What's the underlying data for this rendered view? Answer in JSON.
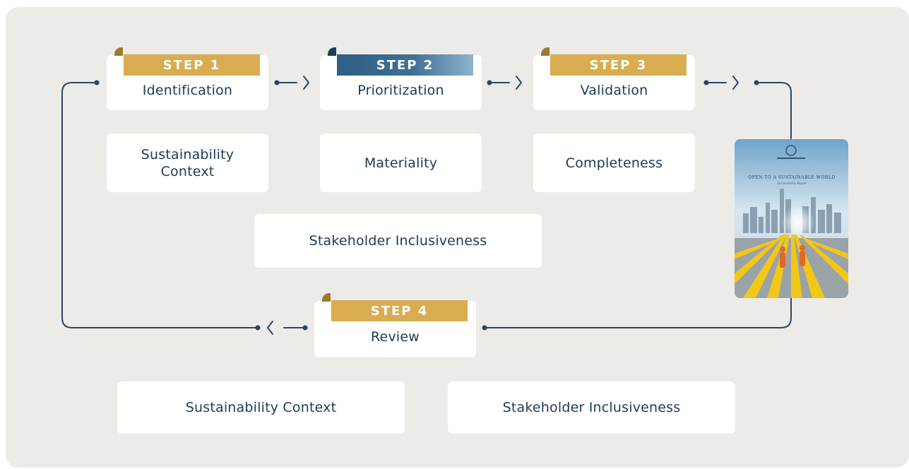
{
  "steps": [
    {
      "label": "STEP 1",
      "title": "Identification"
    },
    {
      "label": "STEP 2",
      "title": "Prioritization"
    },
    {
      "label": "STEP 3",
      "title": "Validation"
    },
    {
      "label": "STEP 4",
      "title": "Review"
    }
  ],
  "principles": {
    "step1": "Sustainability Context",
    "step2": "Materiality",
    "step3": "Completeness",
    "shared": "Stakeholder Inclusiveness",
    "review_left": "Sustainability Context",
    "review_right": "Stakeholder Inclusiveness"
  },
  "report_cover": {
    "title": "OPEN TO A SUSTAINABLE WORLD",
    "subtitle": "Sustainability Report"
  },
  "colors": {
    "panel": "#ecebe8",
    "gold": "#d9ad4f",
    "navy": "#1e3a55",
    "blue": "#305d84"
  }
}
